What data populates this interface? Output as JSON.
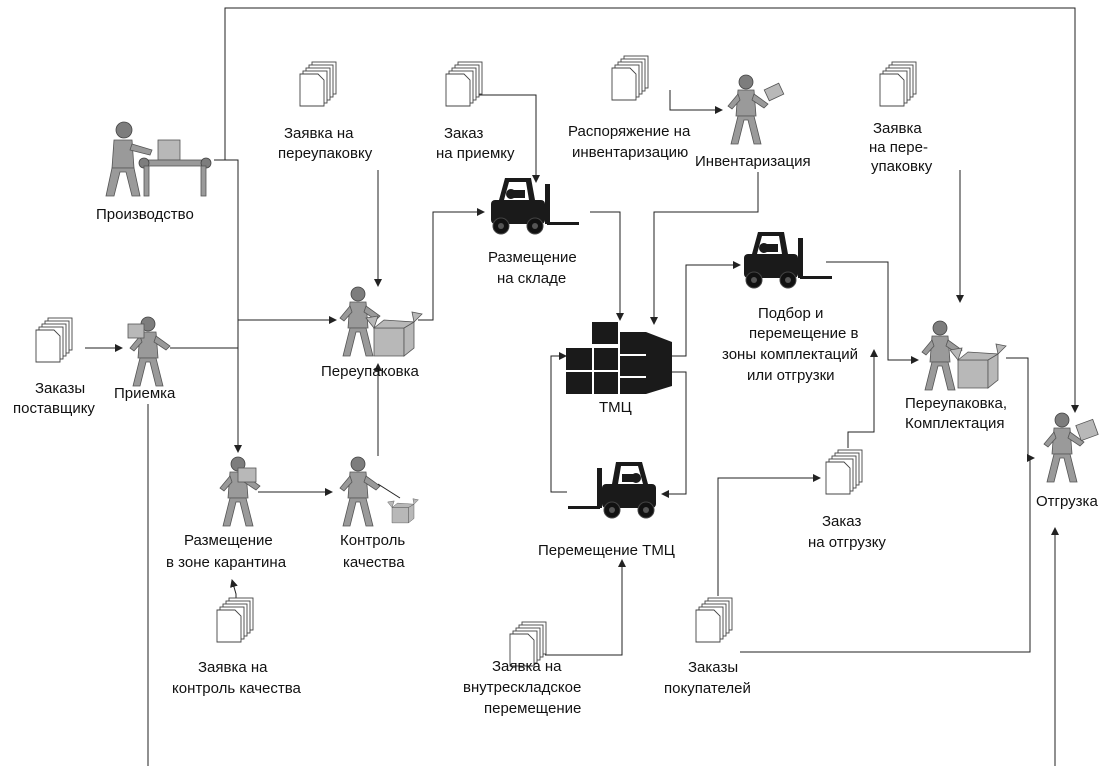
{
  "labels": {
    "production": "Производство",
    "orders_supplier_1": "Заказы",
    "orders_supplier_2": "поставщику",
    "receiving": "Приемка",
    "repack_request_1": "Заявка на",
    "repack_request_2": "переупаковку",
    "repacking": "Переупаковка",
    "receipt_order_1": "Заказ",
    "receipt_order_2": "на приемку",
    "warehouse_place_1": "Размещение",
    "warehouse_place_2": "на складе",
    "inventory_order_1": "Распоряжение на",
    "inventory_order_2": "инвентаризацию",
    "inventory": "Инвентаризация",
    "tmc": "ТМЦ",
    "picking_1": "Подбор и",
    "picking_2": "перемещение в",
    "picking_3": "зоны комплектаций",
    "picking_4": "или отгрузки",
    "repack_request2_1": "Заявка",
    "repack_request2_2": "на пере-",
    "repack_request2_3": "упаковку",
    "repack_complect_1": "Переупаковка,",
    "repack_complect_2": "Комплектация",
    "shipment": "Отгрузка",
    "quarantine_1": "Размещение",
    "quarantine_2": "в зоне карантина",
    "qc_1": "Контроль",
    "qc_2": "качества",
    "qc_request_1": "Заявка на",
    "qc_request_2": "контроль качества",
    "tmc_move": "Перемещение ТМЦ",
    "intra_request_1": "Заявка на",
    "intra_request_2": "внутрескладское",
    "intra_request_3": "перемещение",
    "ship_order_1": "Заказ",
    "ship_order_2": "на отгрузку",
    "customer_orders_1": "Заказы",
    "customer_orders_2": "покупателей"
  }
}
